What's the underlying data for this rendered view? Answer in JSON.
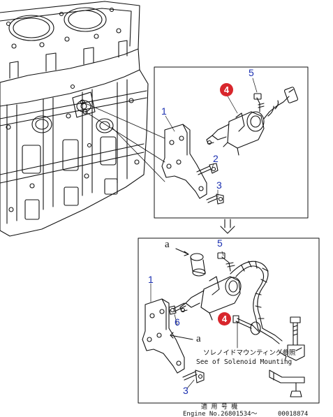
{
  "callouts": {
    "top": {
      "c1": "1",
      "c2": "2",
      "c3": "3",
      "c4": "4",
      "c5": "5"
    },
    "bottom": {
      "c1": "1",
      "c3": "3",
      "c4": "4",
      "c5": "5",
      "c6": "6"
    }
  },
  "refs": {
    "a1": "a",
    "a2": "a"
  },
  "note": {
    "jp": "ソレノイドマウンティング参照",
    "en": "See of Solenoid Mounting"
  },
  "footer": {
    "applic_jp": "適 用 号 機",
    "engine": "Engine No.26801534～",
    "figure_no": "00018874"
  },
  "colors": {
    "callout": "#1a2fb0",
    "badge": "#d8262c",
    "line": "#111111"
  }
}
